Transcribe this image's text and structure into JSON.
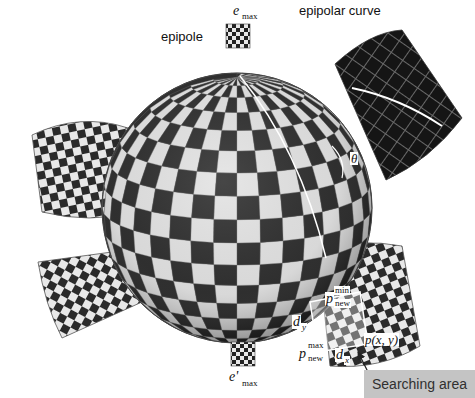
{
  "diagram": {
    "nodes": [
      {
        "text": [
          "Searching area"
        ]
      }
    ],
    "labels": [
      "epipolar curve",
      "epipole",
      "e",
      "max",
      "e'",
      "max",
      "p",
      "min",
      "new",
      "d",
      "y",
      "p",
      "max",
      "new",
      "d",
      "x",
      "p(x, y)",
      "θ"
    ]
  }
}
